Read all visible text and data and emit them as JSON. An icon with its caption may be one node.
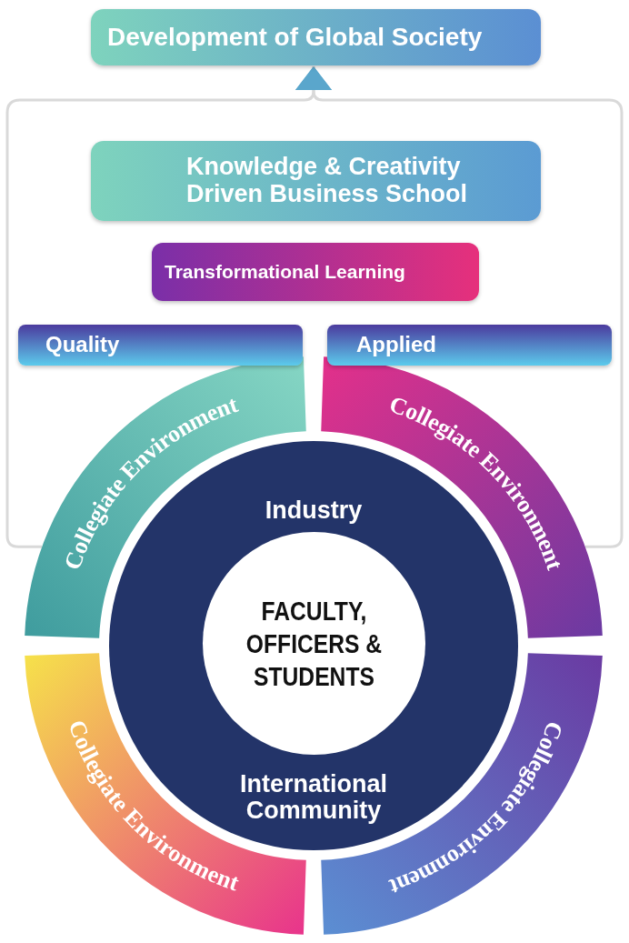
{
  "diagram": {
    "nodes": [
      {
        "text": [
          "Development of Global Society"
        ]
      },
      {
        "text": [
          "Knowledge & Creativity Driven Business School"
        ]
      },
      {
        "text": [
          "Transformational Learning"
        ]
      },
      {
        "text": [
          "Quality"
        ]
      },
      {
        "text": [
          "Applied"
        ]
      },
      {
        "text": [
          "Collegiate Environment"
        ]
      },
      {
        "text": [
          "Collegiate Environment"
        ]
      },
      {
        "text": [
          "Collegiate Environment"
        ]
      },
      {
        "text": [
          "Collegiate Environment"
        ]
      },
      {
        "text": [
          "Industry",
          "International Community"
        ]
      },
      {
        "text": [
          "FACULTY, OFFICERS & STUDENTS"
        ],
        "in": 9
      }
    ],
    "edges": [
      {
        "from": 5,
        "to": 0,
        "arrow": "to"
      },
      {
        "from": 6,
        "to": 0,
        "arrow": "to"
      }
    ]
  }
}
